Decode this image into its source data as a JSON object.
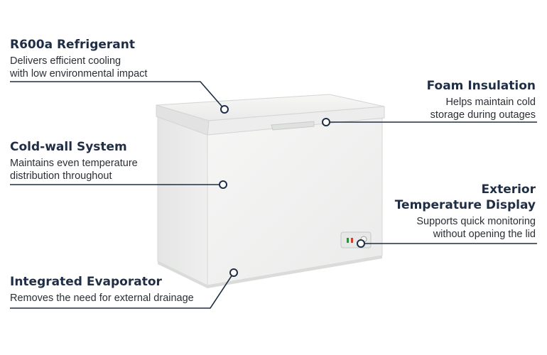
{
  "features": {
    "r600a": {
      "title": "R600a Refrigerant",
      "desc": "Delivers efficient cooling\nwith low environmental impact"
    },
    "foam": {
      "title": "Foam Insulation",
      "desc": "Helps maintain cold\nstorage during outages"
    },
    "cold_wall": {
      "title": "Cold-wall System",
      "desc": "Maintains even temperature\ndistribution throughout"
    },
    "temp_display": {
      "title": "Exterior\nTemperature Display",
      "desc": "Supports quick monitoring\nwithout opening the lid"
    },
    "evaporator": {
      "title": "Integrated Evaporator",
      "desc": "Removes the need for external drainage"
    }
  },
  "colors": {
    "heading": "#1f2e44",
    "leader_line": "#1f2e44",
    "freezer_body": "#f1f2f1"
  },
  "icons": [
    "chest-freezer-image",
    "callout-dot-icon"
  ]
}
